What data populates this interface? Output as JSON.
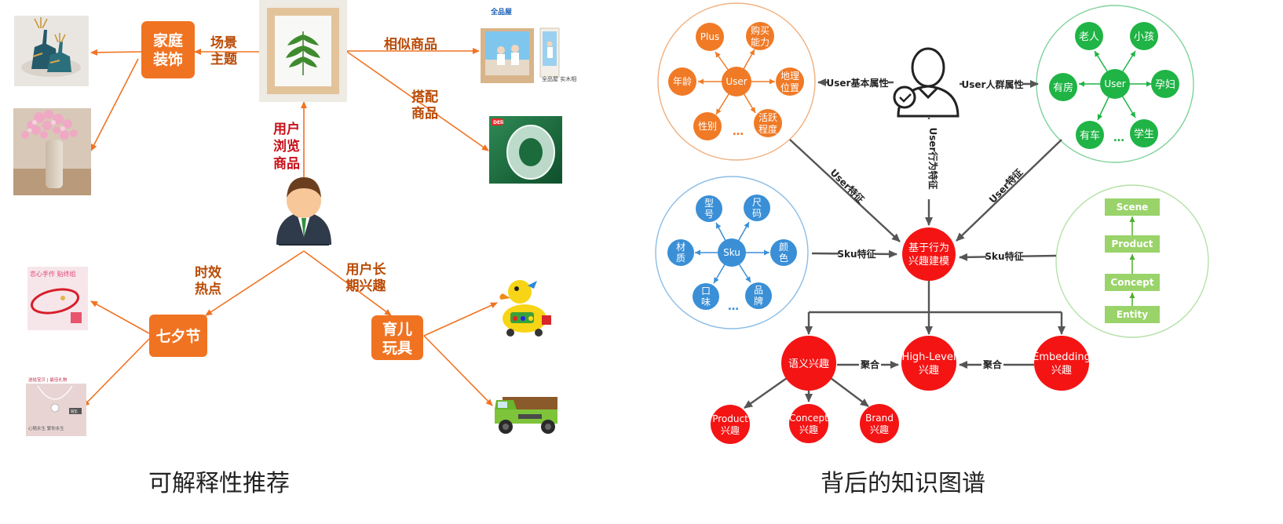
{
  "left": {
    "boxes": {
      "home": [
        "家庭",
        "装饰"
      ],
      "qixi": [
        "七夕节"
      ],
      "toys": [
        "育儿",
        "玩具"
      ]
    },
    "labels": {
      "scene": [
        "场景",
        "主题"
      ],
      "similar": [
        "相似商品"
      ],
      "match": [
        "搭配",
        "商品"
      ],
      "browse": [
        "用户",
        "浏览",
        "商品"
      ],
      "hot": [
        "时效",
        "热点"
      ],
      "interest": [
        "用户长",
        "期兴趣"
      ]
    },
    "product_texts": {
      "frame_brand": "全品屋",
      "frame_sub": "全品屋 实木相",
      "tape": "DEli",
      "bracelet": "恋心手作 贴终组",
      "necklace_top": "送给宝贝 | 最佳礼物",
      "necklace_bottom": "心随永生 繁你永生",
      "necklace_tag": "链坠"
    },
    "caption": "可解释性推荐",
    "colors": {
      "orange": "#f07322",
      "label": "#b94a05"
    }
  },
  "right": {
    "user_props": {
      "center": "User",
      "nodes": [
        "Plus",
        "购买|能力",
        "地理|位置",
        "活跃|程度",
        "性别",
        "年龄"
      ],
      "dots": "…"
    },
    "user_group": {
      "center": "User",
      "nodes": [
        "老人",
        "小孩",
        "孕妇",
        "学生",
        "有车",
        "有房"
      ],
      "dots": "…"
    },
    "sku": {
      "center": "Sku",
      "nodes": [
        "型|号",
        "尺|码",
        "颜|色",
        "品|牌",
        "口|味",
        "材|质"
      ],
      "dots": "…"
    },
    "hierarchy": [
      "Scene",
      "Product",
      "Concept",
      "Entity"
    ],
    "edge_labels": {
      "user_basic": "User基本属性",
      "user_group": "User人群属性",
      "user_behavior": "User行为特征",
      "user_feat_left": "User特征",
      "user_feat_right": "User特征",
      "sku_left": "Sku特征",
      "sku_right": "Sku特征",
      "agg_left": "聚合",
      "agg_right": "聚合"
    },
    "interest_nodes": {
      "core": "基于行为|兴趣建模",
      "semantic": "语义兴趣",
      "high_level": "High-Level|兴趣",
      "embedding": "Embedding|兴趣",
      "product": "Product|兴趣",
      "concept": "Concept|兴趣",
      "brand": "Brand|兴趣"
    },
    "caption": "背后的知识图谱",
    "colors": {
      "orange": "#f07a26",
      "green": "#1fb445",
      "blue": "#3a8fd6",
      "red": "#f41414",
      "box_green": "#9ad36a"
    }
  }
}
